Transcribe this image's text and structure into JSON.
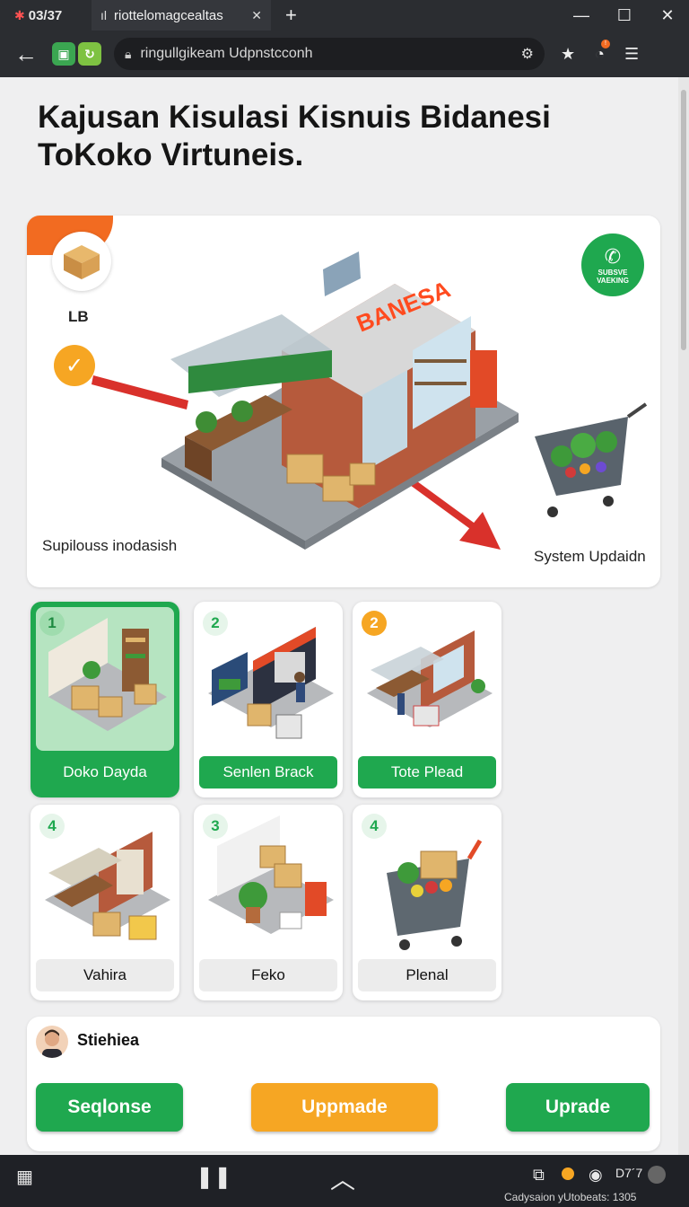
{
  "browser": {
    "clock": "03/37",
    "tab_title": "riottelomagcealtas",
    "url": "ringullgikeam Udpnstcconh"
  },
  "page": {
    "title": "Kajusan Kisulasi Kisnuis Bidanesi ToKoko Virtuneis."
  },
  "hero": {
    "badge_label": "LB",
    "whatsapp_label": "SUBSVE VAEKING",
    "store_sign": "BANESA",
    "label_left": "Supilouss inodasish",
    "label_right": "System Updaidn"
  },
  "cards": [
    {
      "num": "1",
      "label": "Doko  Dayda"
    },
    {
      "num": "2",
      "label": "Senlen Brack"
    },
    {
      "num": "2",
      "label": "Tote Plead"
    },
    {
      "num": "4",
      "label": "Vahira"
    },
    {
      "num": "3",
      "label": "Feko"
    },
    {
      "num": "4",
      "label": "Plenal"
    }
  ],
  "profile": {
    "name": "Stiehiea",
    "buttons": [
      "Seqlonse",
      "Uppmade",
      "Uprade"
    ]
  },
  "taskbar": {
    "status_text": "Cadysaion yUtobeats: 1305",
    "tray_label": "D7´7"
  },
  "icons": {
    "grid": "apps-grid-icon",
    "pause": "pause-icon",
    "up": "chevron-up-icon"
  },
  "colors": {
    "green": "#1fa84f",
    "orange": "#f6a623",
    "accent_orange": "#f26b21"
  }
}
